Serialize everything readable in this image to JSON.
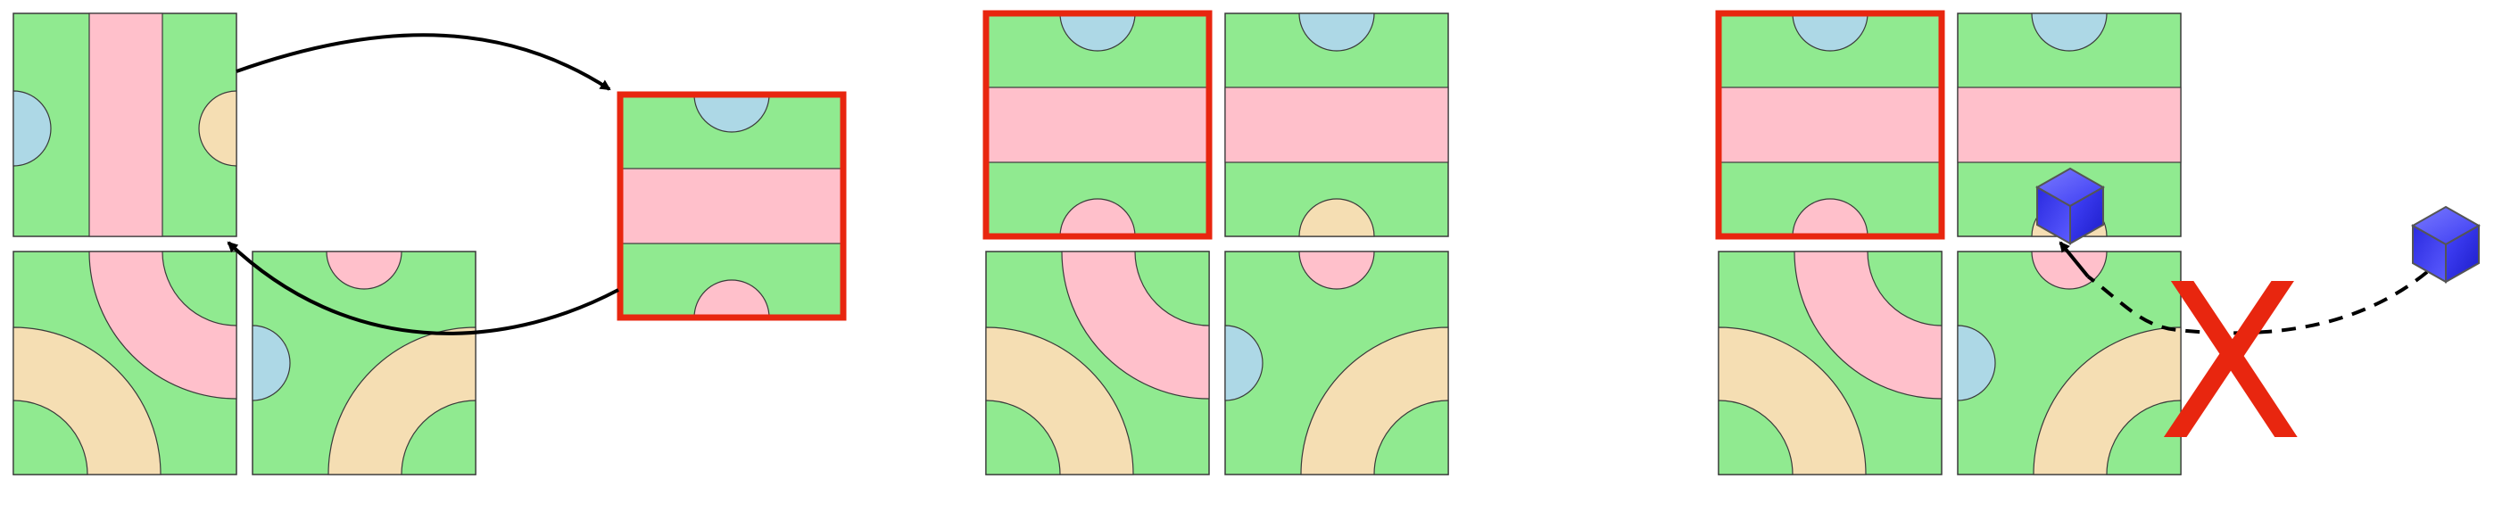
{
  "colors": {
    "green": "#90ea90",
    "pink": "#ffc0cb",
    "blue": "#add8e6",
    "tan": "#f5deb3",
    "highlight": "#e8260f",
    "outline": "#3a3a3a",
    "cube": "#3333ee",
    "arrow": "#000000"
  },
  "cross_label": "X",
  "panels": [
    {
      "name": "swap-panel",
      "tiles": [
        "pink-road-vertical",
        "pink-road-horizontal-selected",
        "pink-curve-corner",
        "pink-cap-corner-tan"
      ]
    },
    {
      "name": "placed-panel",
      "tiles": [
        "pink-road-horizontal-selected",
        "pink-road-horizontal",
        "pink-curve-corner",
        "pink-cap-corner-tan"
      ]
    },
    {
      "name": "invalid-move-panel",
      "tiles": [
        "pink-road-horizontal-selected",
        "pink-road-horizontal-blocked",
        "pink-curve-corner",
        "pink-cap-corner-tan"
      ],
      "icons": [
        "cube-icon",
        "cube-icon"
      ]
    }
  ]
}
